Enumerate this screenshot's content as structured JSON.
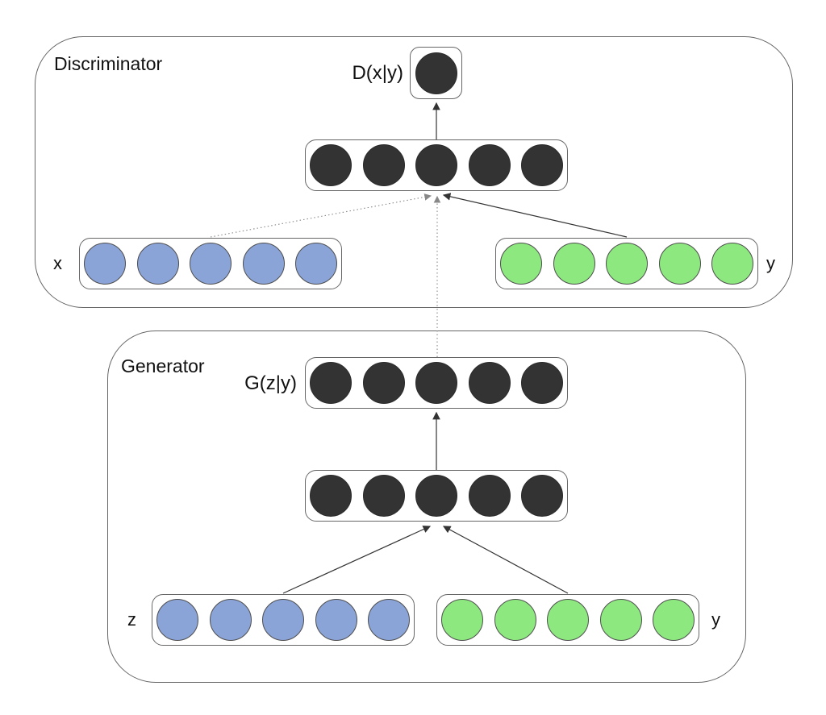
{
  "colors": {
    "node_dark": "#333333",
    "node_blue": "#8BA4D8",
    "node_green": "#8DE97F",
    "box_stroke": "#666666",
    "line_solid": "#333333",
    "line_dotted": "#888888",
    "background": "#ffffff"
  },
  "discriminator": {
    "label": "Discriminator",
    "output": {
      "label": "D(x|y)",
      "units": 1,
      "color": "dark"
    },
    "hidden": {
      "units": 5,
      "color": "dark"
    },
    "input_x": {
      "label": "x",
      "units": 5,
      "color": "blue"
    },
    "input_y": {
      "label": "y",
      "units": 5,
      "color": "green"
    }
  },
  "generator": {
    "label": "Generator",
    "output": {
      "label": "G(z|y)",
      "units": 5,
      "color": "dark"
    },
    "hidden": {
      "units": 5,
      "color": "dark"
    },
    "input_z": {
      "label": "z",
      "units": 5,
      "color": "blue"
    },
    "input_y": {
      "label": "y",
      "units": 5,
      "color": "green"
    }
  }
}
